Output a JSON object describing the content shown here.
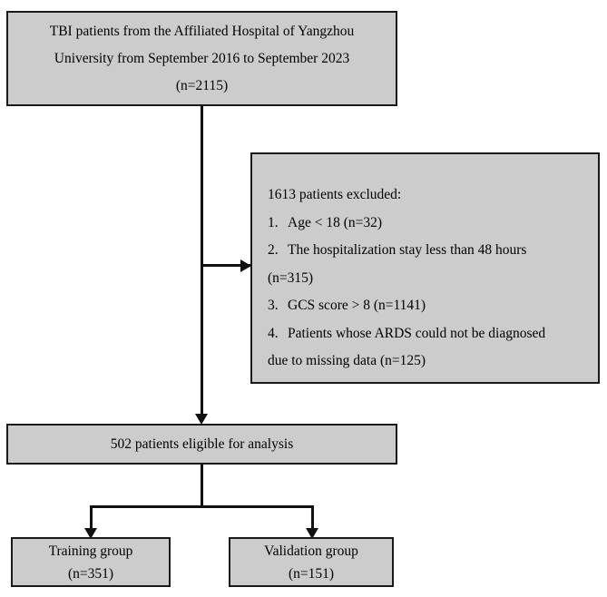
{
  "diagram": {
    "type": "patient-selection-flowchart",
    "fill_color": "#cccccc",
    "stroke_color": "#1a1a1a",
    "background_color": "#ffffff",
    "nodes": {
      "source": {
        "lines": [
          "TBI patients from the Affiliated Hospital of Yangzhou",
          "University from September 2016 to September 2023",
          "(n=2115)"
        ]
      },
      "excluded": {
        "heading": "1613 patients excluded:",
        "items": [
          {
            "num": "1.",
            "text": "Age < 18 (n=32)"
          },
          {
            "num": "2.",
            "text": "The hospitalization stay less than 48 hours"
          },
          {
            "num": "",
            "text": "(n=315)"
          },
          {
            "num": "3.",
            "text": "GCS score > 8 (n=1141)"
          },
          {
            "num": "4.",
            "text": "Patients whose ARDS could not be diagnosed"
          },
          {
            "num": "",
            "text": "due to missing data (n=125)"
          }
        ]
      },
      "eligible": {
        "lines": [
          "502 patients eligible for analysis"
        ]
      },
      "training": {
        "lines": [
          "Training group",
          "(n=351)"
        ]
      },
      "validation": {
        "lines": [
          "Validation group",
          "(n=151)"
        ]
      }
    },
    "counts": {
      "total_screened": 2115,
      "total_excluded": 1613,
      "excluded_age_under_18": 32,
      "excluded_stay_under_48h": 315,
      "excluded_gcs_over_8": 1141,
      "excluded_missing_ards_data": 125,
      "eligible": 502,
      "training": 351,
      "validation": 151
    }
  }
}
